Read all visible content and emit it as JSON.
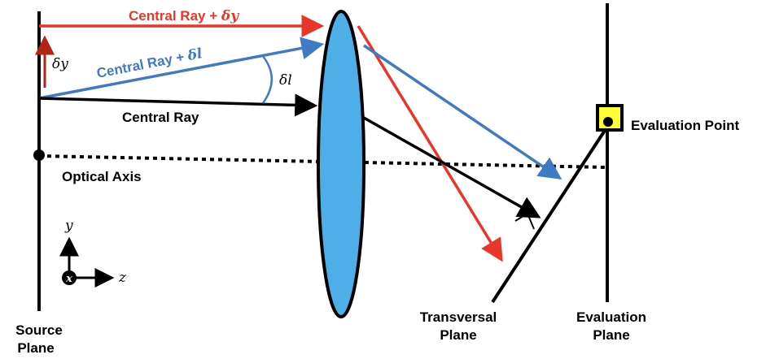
{
  "labels": {
    "central_ray_dy_prefix": "Central Ray + ",
    "central_ray_dy_var": "δy",
    "central_ray_dl_prefix": "Central Ray + ",
    "central_ray_dl_var": "δl",
    "central_ray": "Central Ray",
    "optical_axis": "Optical Axis",
    "evaluation_point": "Evaluation Point",
    "source_plane_line1": "Source",
    "source_plane_line2": "Plane",
    "transversal_plane_line1": "Transversal",
    "transversal_plane_line2": "Plane",
    "evaluation_plane_line1": "Evaluation",
    "evaluation_plane_line2": "Plane",
    "delta_y": "δy",
    "delta_l": "δl",
    "axis_y": "y",
    "axis_z": "z",
    "axis_x": "x"
  },
  "colors": {
    "red_ray": "#e8362a",
    "blue_ray": "#3f7bc4",
    "dark_red_arrow": "#b22516",
    "lens_fill": "#4daee8",
    "evaluation_point_fill": "#ffff33",
    "black": "#000000"
  }
}
